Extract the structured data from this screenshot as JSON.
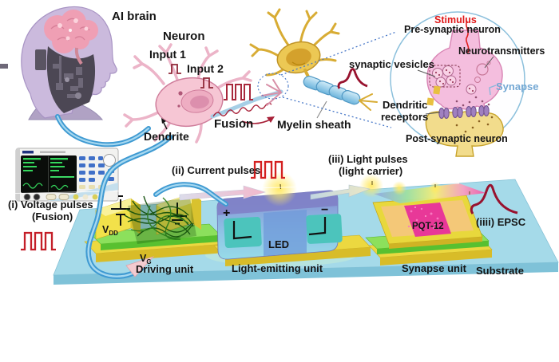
{
  "labels": {
    "ai_brain": "AI brain",
    "neuron": "Neuron",
    "input1": "Input 1",
    "input2": "Input 2",
    "dendrite": "Dendrite",
    "fusion": "Fusion",
    "myelin": "Myelin sheath",
    "stimulus": "Stimulus",
    "pre_synaptic": "Pre-synaptic neuron",
    "neurotransmitters": "Neurotransmitters",
    "synaptic_vesicles": "synaptic vesicles",
    "synapse": "Synapse",
    "dendritic_line1": "Dendritic",
    "dendritic_line2": "receptors",
    "post_synaptic": "Post-synaptic neuron",
    "step1_l1": "(i) Voltage pulses",
    "step1_l2": "(Fusion)",
    "step2": "(ii) Current pulses",
    "step3_l1": "(iii) Light pulses",
    "step3_l2": "(light carrier)",
    "step4": "(iiii) EPSC",
    "vdd_v": "V",
    "vdd_sub": "DD",
    "vg_v": "V",
    "vg_sub": "G",
    "driving_unit": "Driving unit",
    "led": "LED",
    "plus": "+",
    "minus": "−",
    "light_emitting_unit": "Light-emitting unit",
    "pqt12": "PQT-12",
    "synapse_unit": "Synapse unit",
    "substrate": "Substrate"
  },
  "colors": {
    "stimulus_red": "#e01818",
    "synapse_blue": "#74a8d4",
    "pulse_red": "#c41e28",
    "spike_dark_red": "#98122e",
    "substrate_blue": "#a5dae9",
    "electrode_yellow": "#f0e040",
    "dielectric_green": "#8ce05c",
    "led_blue": "#8183cb",
    "pad_teal": "#4cc4bc",
    "pqt_pink": "#e83898",
    "wire_blue": "#3f9ad2"
  },
  "icons": [
    "voltage-pulse-waveform-icon",
    "current-pulse-waveform-icon",
    "fusion-pulse-waveform-icon",
    "input1-pulse-icon",
    "input2-pulse-icon",
    "battery-icon",
    "ground-icon",
    "epsc-spike-icon",
    "action-potential-spike-icon",
    "probe-contact-icon"
  ]
}
